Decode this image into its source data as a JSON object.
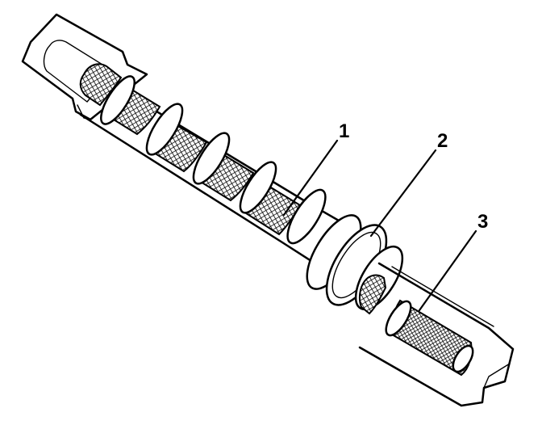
{
  "callouts": [
    {
      "id": "callout-1",
      "number": "1"
    },
    {
      "id": "callout-2",
      "number": "2"
    },
    {
      "id": "callout-3",
      "number": "3"
    }
  ],
  "colors": {
    "ink": "#000000",
    "background": "#ffffff",
    "mesh_fill": "#3a3a3a"
  }
}
